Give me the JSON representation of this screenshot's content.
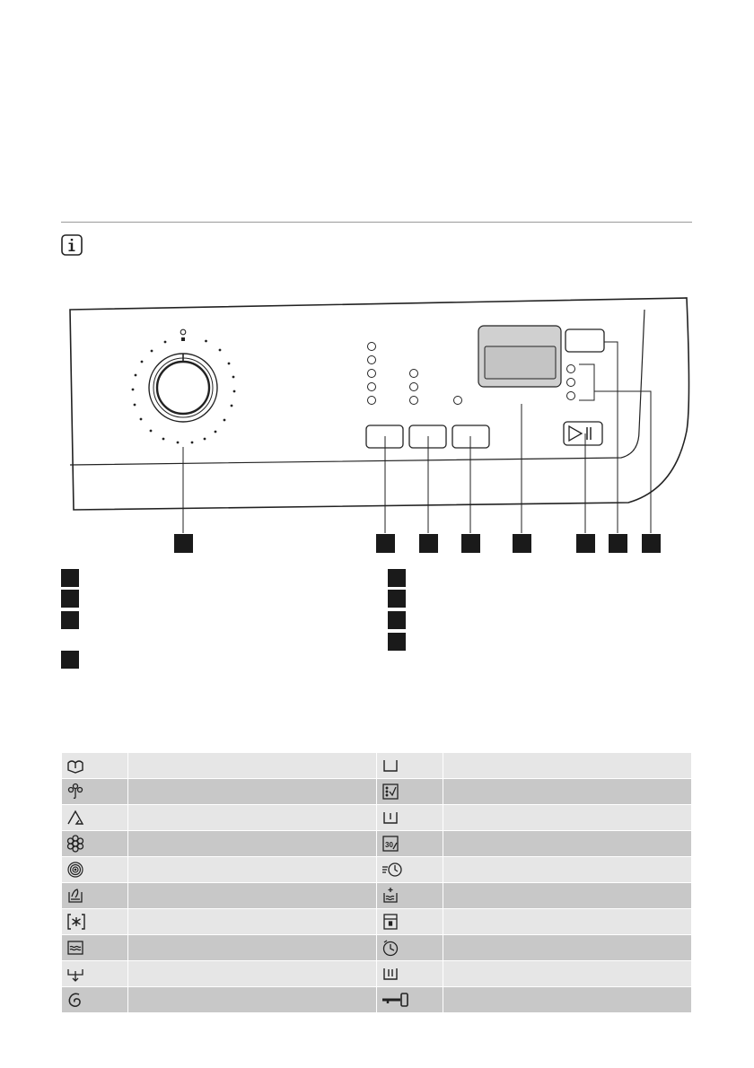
{
  "page": {
    "info_icon": "info-icon",
    "panel": {
      "callout_markers": [
        "callout-1",
        "callout-2",
        "callout-3",
        "callout-4",
        "callout-5",
        "callout-6",
        "callout-7",
        "callout-8"
      ],
      "legend_left_markers": 4,
      "legend_right_markers": 4
    },
    "symbol_table": {
      "rows": [
        {
          "left_icon": "cotton-icon",
          "right_icon": "tub-icon"
        },
        {
          "left_icon": "synthetics-icon",
          "right_icon": "checklist-icon"
        },
        {
          "left_icon": "delicates-icon",
          "right_icon": "tub-mark-icon"
        },
        {
          "left_icon": "wool-icon",
          "right_icon": "30-min-icon"
        },
        {
          "left_icon": "fingerprint-icon",
          "right_icon": "quick-clock-icon"
        },
        {
          "left_icon": "hand-wash-icon",
          "right_icon": "extra-rinse-icon"
        },
        {
          "left_icon": "starch-icon",
          "right_icon": "door-lock-icon"
        },
        {
          "left_icon": "rinse-icon",
          "right_icon": "delay-clock-icon"
        },
        {
          "left_icon": "drain-icon",
          "right_icon": "tub-bars-icon"
        },
        {
          "left_icon": "spin-icon",
          "right_icon": "key-lock-icon"
        }
      ],
      "colors": {
        "light": "#e6e6e6",
        "dark": "#c8c8c8"
      }
    }
  }
}
